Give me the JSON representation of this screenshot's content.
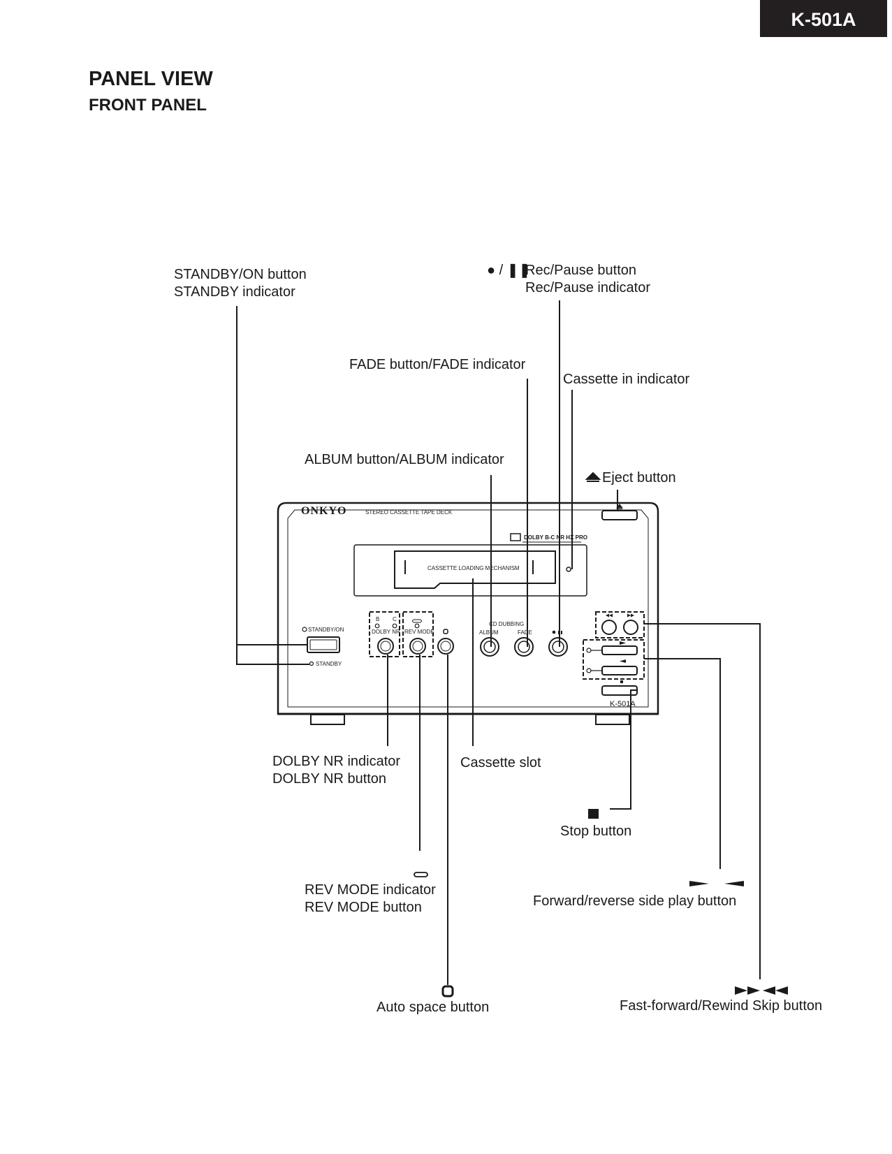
{
  "header": {
    "model": "K-501A"
  },
  "titles": {
    "section": "PANEL VIEW",
    "subsection": "FRONT PANEL"
  },
  "callouts": {
    "standby": [
      "STANDBY/ON button",
      "STANDBY indicator"
    ],
    "rec_pause_symbol": "● / ❚❚",
    "rec_pause": [
      "Rec/Pause button",
      "Rec/Pause indicator"
    ],
    "fade": "FADE button/FADE indicator",
    "cassette_in": "Cassette in indicator",
    "album": "ALBUM button/ALBUM indicator",
    "eject": "Eject button",
    "dolby": [
      "DOLBY NR indicator",
      "DOLBY NR button"
    ],
    "cassette_slot": "Cassette slot",
    "stop": "Stop button",
    "rev_mode": [
      "REV MODE indicator",
      "REV MODE button"
    ],
    "play_side": "Forward/reverse side play button",
    "auto_space": "Auto space button",
    "skip": "Fast-forward/Rewind Skip button"
  },
  "panel": {
    "brand": "ONKYO",
    "product": "STEREO CASSETTE TAPE DECK",
    "dolby_logo": "DOLBY B-C NR HX PRO",
    "mechanism": "CASSETTE LOADING MECHANISM",
    "standby_on": "STANDBY/ON",
    "standby": "STANDBY",
    "dolby_b": "B",
    "dolby_c": "C",
    "dolby_nr": "DOLBY NR",
    "rev_mode": "REV MODE",
    "cd_dubbing": "CD DUBBING",
    "album": "ALBUM",
    "fade": "FADE",
    "model": "K-501A"
  },
  "icons": [
    "power-icon",
    "eject-icon",
    "stop-icon",
    "rec-icon",
    "pause-icon",
    "auto-space-icon",
    "rev-mode-icon",
    "play-forward-icon",
    "play-reverse-icon",
    "fast-forward-icon",
    "rewind-icon"
  ]
}
